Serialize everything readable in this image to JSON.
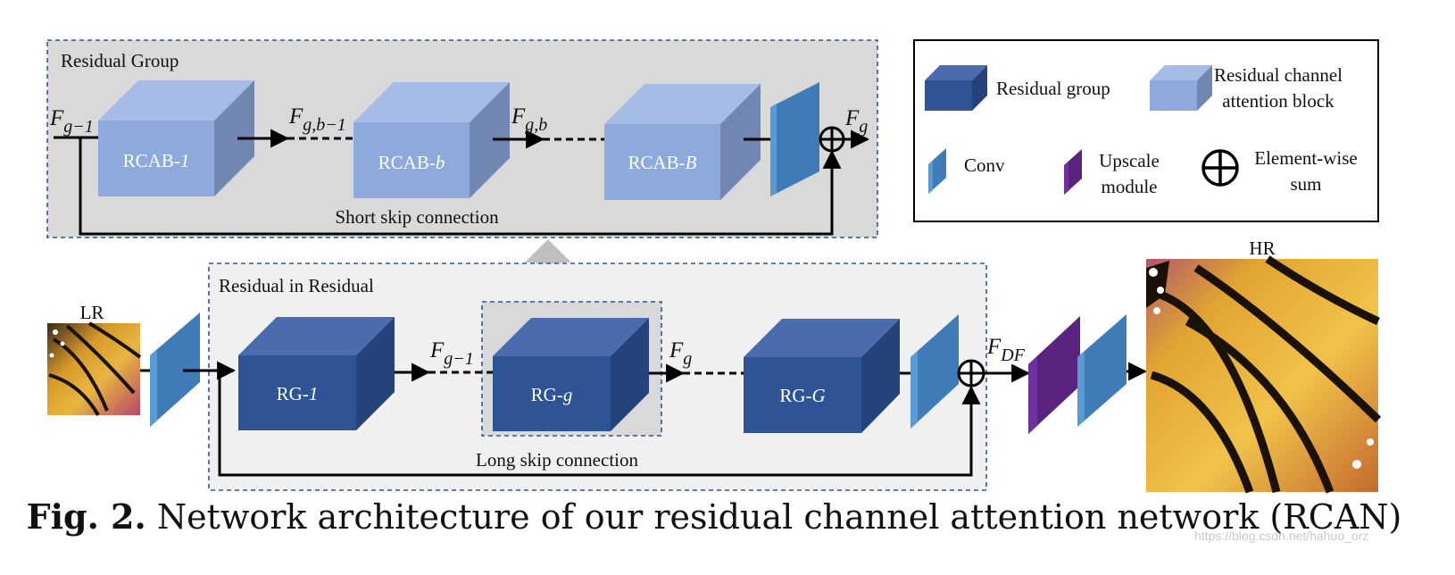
{
  "groups": {
    "residual_group_title": "Residual Group",
    "residual_in_residual_title": "Residual in Residual"
  },
  "top_row": {
    "input_label": {
      "base": "F",
      "sub": "g−1"
    },
    "blocks": [
      {
        "prefix": "RCAB-",
        "idx": "1"
      },
      {
        "prefix": "RCAB-",
        "idx": "b"
      },
      {
        "prefix": "RCAB-",
        "idx": "B"
      }
    ],
    "mid_labels": [
      {
        "base": "F",
        "sub": "g,b−1"
      },
      {
        "base": "F",
        "sub": "g,b"
      }
    ],
    "output_label": {
      "base": "F",
      "sub": "g"
    },
    "skip_label": "Short skip connection"
  },
  "bottom_row": {
    "input_image_label": "LR",
    "output_image_label": "HR",
    "blocks": [
      {
        "prefix": "RG-",
        "idx": "1"
      },
      {
        "prefix": "RG-",
        "idx": "g"
      },
      {
        "prefix": "RG-",
        "idx": "G"
      }
    ],
    "mid_labels": [
      {
        "base": "F",
        "sub": "g−1"
      },
      {
        "base": "F",
        "sub": "g"
      }
    ],
    "fdf_label": {
      "base": "F",
      "sub": "DF"
    },
    "skip_label": "Long skip connection"
  },
  "legend": {
    "residual_group": "Residual group",
    "rcab_line1": "Residual channel",
    "rcab_line2": "attention block",
    "conv": "Conv",
    "upscale_line1": "Upscale",
    "upscale_line2": "module",
    "sum_line1": "Element-wise",
    "sum_line2": "sum"
  },
  "caption": {
    "prefix": "Fig. 2.",
    "text": " Network architecture of our residual channel attention network (RCAN)"
  },
  "watermark": "https://blog.csdn.net/hahuo_orz",
  "colors": {
    "rg_front": "#2e5496",
    "rg_top": "#4a6cae",
    "rg_side": "#24437a",
    "rcab_front": "#8eaadc",
    "rcab_top": "#a5bde6",
    "rcab_side": "#7186b0",
    "conv_front": "#5b9bd5",
    "conv_side": "#3f7cb7",
    "upscale_front": "#7030a0",
    "upscale_side": "#59237f",
    "panel_bg": "#d9d9d9",
    "panel_bg_light": "#f0f0f0",
    "dash": "#2f5597",
    "arrow_up": "#bfbfbf"
  }
}
